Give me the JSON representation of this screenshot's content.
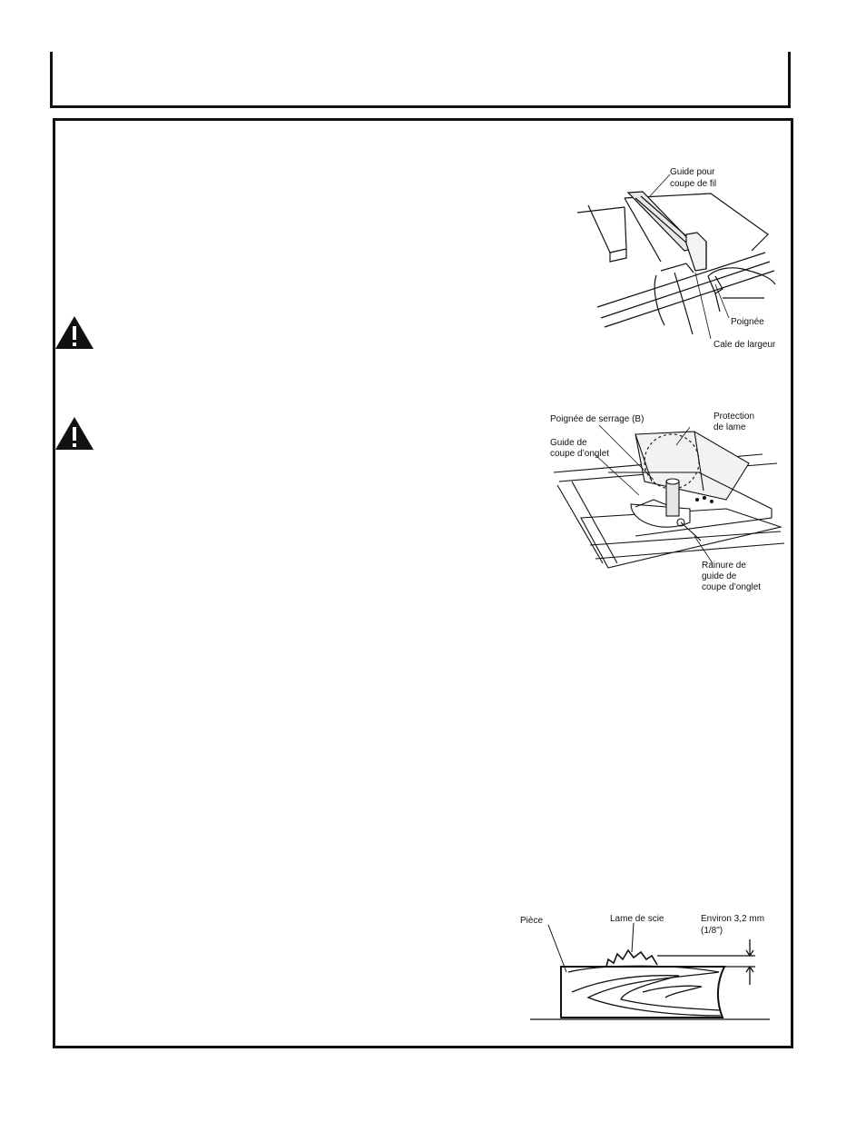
{
  "figure1": {
    "label_fence": [
      "Guide pour",
      "coupe de fil"
    ],
    "label_handle": "Poignée",
    "label_shim": "Cale de largeur"
  },
  "figure2": {
    "label_lock": "Poignée de serrage (B)",
    "label_guard": [
      "Protection",
      "de lame"
    ],
    "label_miter": [
      "Guide de",
      "coupe d’onglet"
    ],
    "label_slot": [
      "Rainure de",
      "guide de",
      "coupe d’onglet"
    ]
  },
  "figure3": {
    "label_piece": "Pièce",
    "label_blade": "Lame de scie",
    "label_approx": [
      "Environ 3,2 mm",
      "(1/8\")"
    ]
  }
}
